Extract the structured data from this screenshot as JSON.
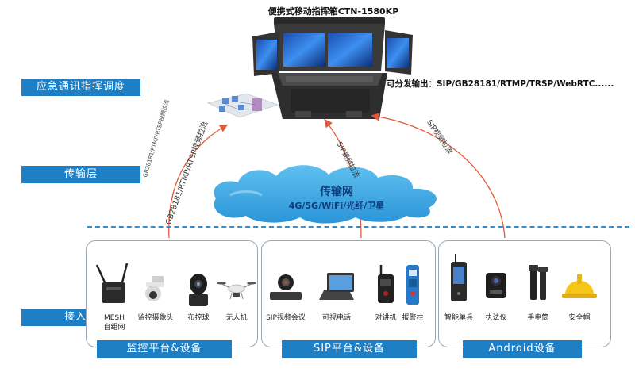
{
  "title": "便携式移动指挥箱CTN-1580KP",
  "output_protocols": "可分发输出：SIP/GB28181/RTMP/TRSP/WebRTC......",
  "layers": {
    "command": "应急通讯指挥调度",
    "transport": "传输层",
    "access": "接入层"
  },
  "network": {
    "name": "传输网",
    "types": "4G/5G/WiFi/光纤/卫星"
  },
  "flows": {
    "gb_small": "GB28181/RTMP/RTSP视频拉流",
    "gb_main": "GB28181/RTMP/RTSP视频拉流",
    "sip_center": "SIP视频拉流",
    "sip_right": "SIP视频拉流"
  },
  "panels": [
    {
      "label": "监控平台&设备",
      "devices": [
        {
          "name": "MESH\n自组网",
          "icon": "mesh-radio-icon"
        },
        {
          "name": "监控摄像头",
          "icon": "dome-camera-icon"
        },
        {
          "name": "布控球",
          "icon": "ptz-ball-camera-icon"
        },
        {
          "name": "无人机",
          "icon": "drone-icon"
        }
      ]
    },
    {
      "label": "SIP平台&设备",
      "devices": [
        {
          "name": "SIP视频会议",
          "icon": "conference-camera-icon"
        },
        {
          "name": "可视电话",
          "icon": "video-phone-icon"
        },
        {
          "name": "对讲机",
          "icon": "walkie-talkie-icon"
        },
        {
          "name": "报警柱",
          "icon": "alarm-pillar-icon"
        }
      ]
    },
    {
      "label": "Android设备",
      "devices": [
        {
          "name": "智能单兵",
          "icon": "smart-terminal-icon"
        },
        {
          "name": "执法仪",
          "icon": "body-camera-icon"
        },
        {
          "name": "手电筒",
          "icon": "flashlight-icon"
        },
        {
          "name": "安全帽",
          "icon": "safety-helmet-icon"
        }
      ]
    }
  ],
  "colors": {
    "label_bg": "#1f7fc4",
    "arrow": "#e05a3a",
    "cloud": "#3aa7e6",
    "divider": "#2a8fd6"
  }
}
